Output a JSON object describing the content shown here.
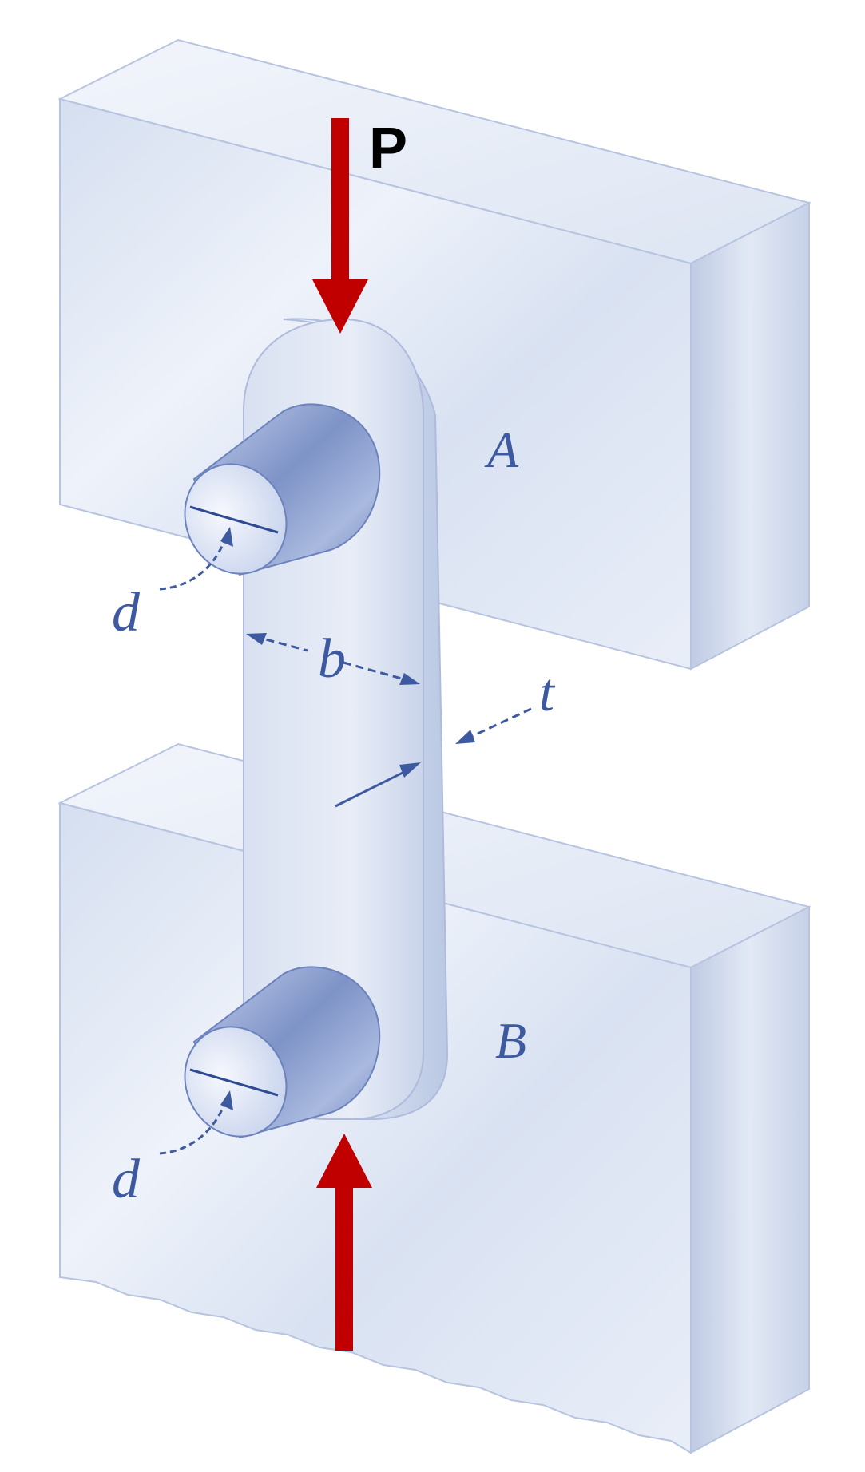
{
  "labels": {
    "force": "P",
    "bracket_upper": "A",
    "bracket_lower": "B",
    "pin_diameter_upper": "d",
    "pin_diameter_lower": "d",
    "width": "b",
    "thickness": "t"
  },
  "colors": {
    "force_arrow": "#c00000",
    "label": "#3d5aa0",
    "block_face": "#dfe6f3",
    "block_side": "#c3cfe6",
    "block_top": "#eef2fa",
    "pin": "#8ea3d2"
  },
  "icons": {
    "force_down": "arrow-down",
    "force_up": "arrow-up"
  }
}
